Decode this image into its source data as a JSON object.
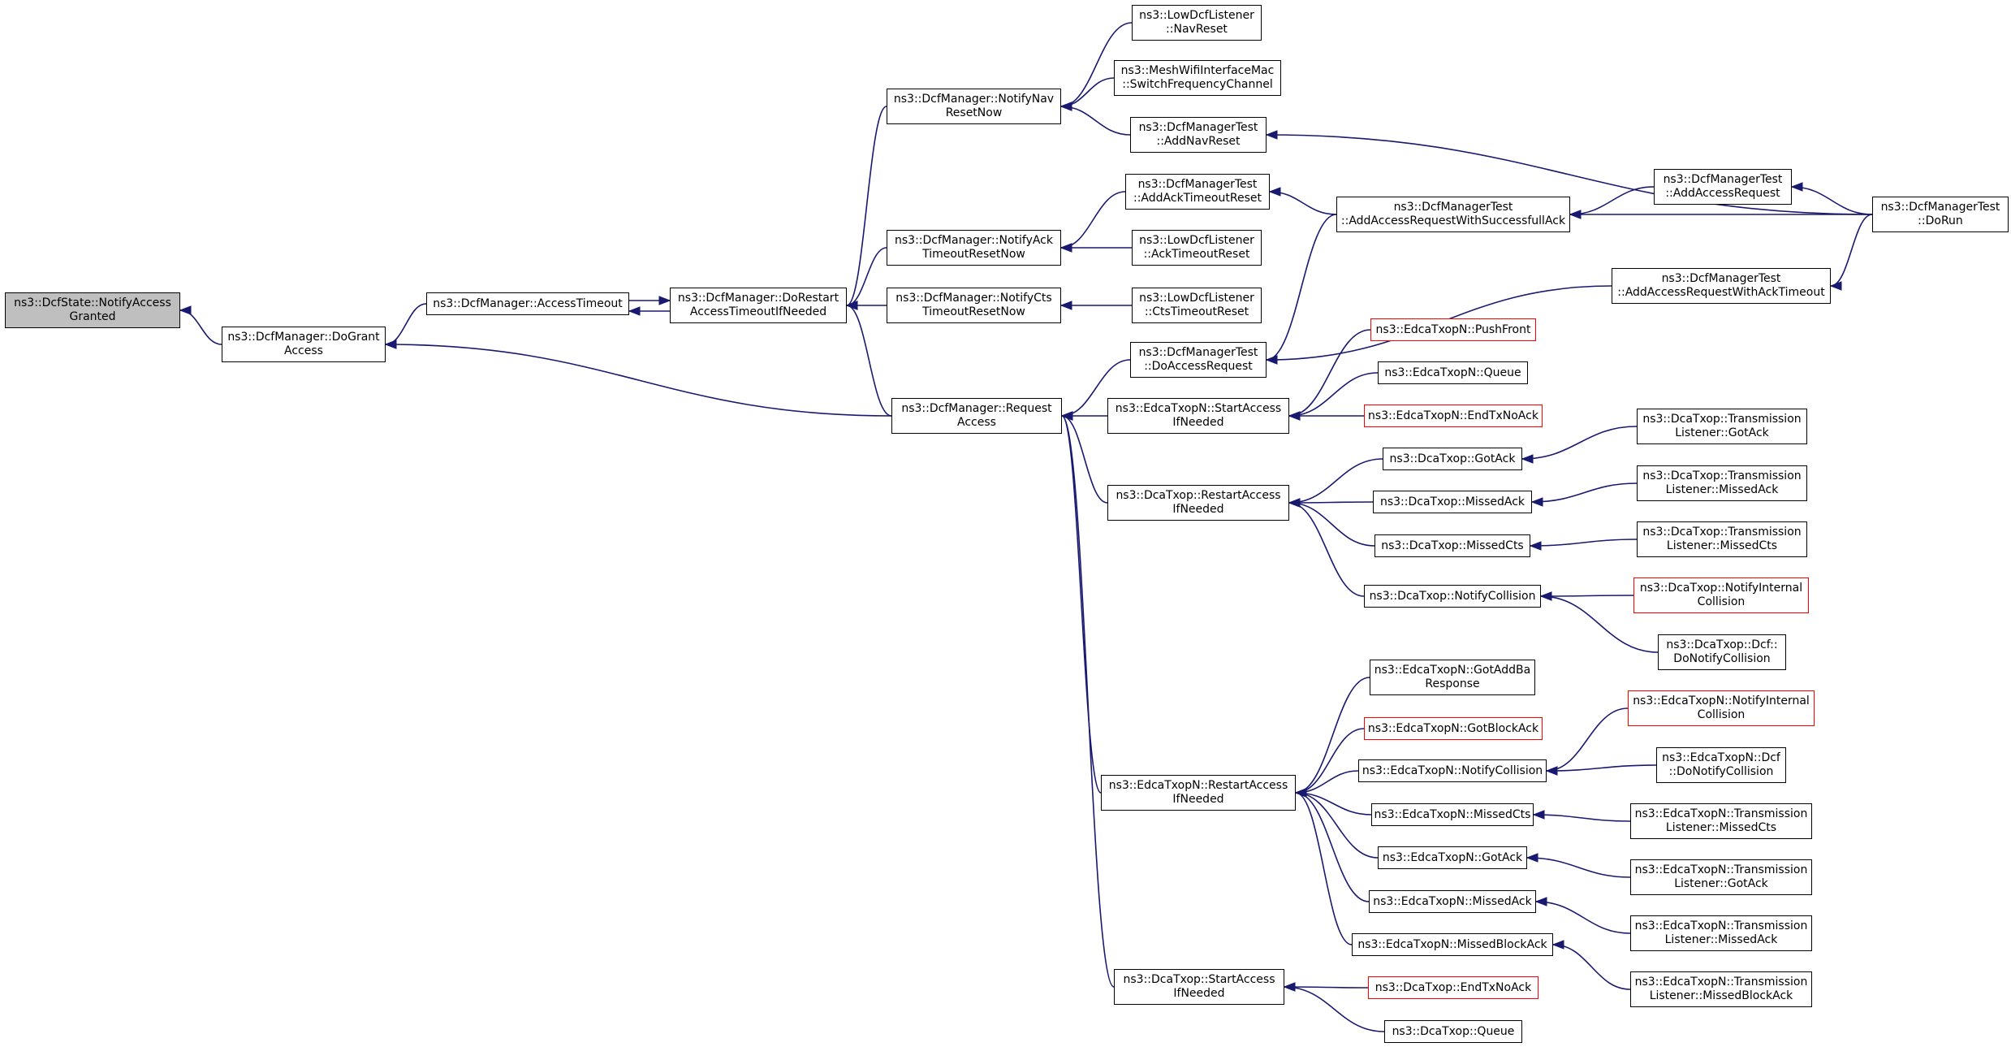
{
  "colors": {
    "edge": "#191970",
    "root_fill": "#bfbfbf",
    "border": "#000000",
    "truncated_border": "#ff0000"
  },
  "nodes": [
    {
      "id": "n1",
      "label": "ns3::DcfState::NotifyAccess\nGranted",
      "style": "root"
    },
    {
      "id": "n2",
      "label": "ns3::DcfManager::DoGrant\nAccess"
    },
    {
      "id": "n3",
      "label": "ns3::DcfManager::AccessTimeout"
    },
    {
      "id": "n4",
      "label": "ns3::DcfManager::DoRestart\nAccessTimeoutIfNeeded"
    },
    {
      "id": "n5",
      "label": "ns3::DcfManager::NotifyNav\nResetNow"
    },
    {
      "id": "n6",
      "label": "ns3::DcfManager::NotifyAck\nTimeoutResetNow"
    },
    {
      "id": "n7",
      "label": "ns3::DcfManager::NotifyCts\nTimeoutResetNow"
    },
    {
      "id": "n8",
      "label": "ns3::LowDcfListener\n::NavReset"
    },
    {
      "id": "n9",
      "label": "ns3::MeshWifiInterfaceMac\n::SwitchFrequencyChannel"
    },
    {
      "id": "n10",
      "label": "ns3::DcfManagerTest\n::AddNavReset"
    },
    {
      "id": "n11",
      "label": "ns3::DcfManagerTest\n::AddAckTimeoutReset"
    },
    {
      "id": "n12",
      "label": "ns3::LowDcfListener\n::AckTimeoutReset"
    },
    {
      "id": "n13",
      "label": "ns3::LowDcfListener\n::CtsTimeoutReset"
    },
    {
      "id": "n14",
      "label": "ns3::DcfManagerTest\n::AddAccessRequestWithSuccessfullAck"
    },
    {
      "id": "n15",
      "label": "ns3::DcfManagerTest\n::AddAccessRequest"
    },
    {
      "id": "n16",
      "label": "ns3::DcfManagerTest\n::DoRun"
    },
    {
      "id": "n17",
      "label": "ns3::DcfManagerTest\n::AddAccessRequestWithAckTimeout"
    },
    {
      "id": "n18",
      "label": "ns3::DcfManager::Request\nAccess"
    },
    {
      "id": "n19",
      "label": "ns3::DcfManagerTest\n::DoAccessRequest"
    },
    {
      "id": "n20",
      "label": "ns3::EdcaTxopN::StartAccess\nIfNeeded"
    },
    {
      "id": "n21",
      "label": "ns3::EdcaTxopN::PushFront",
      "style": "red"
    },
    {
      "id": "n22",
      "label": "ns3::EdcaTxopN::Queue"
    },
    {
      "id": "n23",
      "label": "ns3::EdcaTxopN::EndTxNoAck",
      "style": "red"
    },
    {
      "id": "n24",
      "label": "ns3::DcaTxop::RestartAccess\nIfNeeded"
    },
    {
      "id": "n25",
      "label": "ns3::DcaTxop::GotAck"
    },
    {
      "id": "n26",
      "label": "ns3::DcaTxop::MissedAck"
    },
    {
      "id": "n27",
      "label": "ns3::DcaTxop::MissedCts"
    },
    {
      "id": "n28",
      "label": "ns3::DcaTxop::NotifyCollision"
    },
    {
      "id": "n29",
      "label": "ns3::DcaTxop::Transmission\nListener::GotAck"
    },
    {
      "id": "n30",
      "label": "ns3::DcaTxop::Transmission\nListener::MissedAck"
    },
    {
      "id": "n31",
      "label": "ns3::DcaTxop::Transmission\nListener::MissedCts"
    },
    {
      "id": "n32",
      "label": "ns3::DcaTxop::NotifyInternal\nCollision",
      "style": "red"
    },
    {
      "id": "n33",
      "label": "ns3::DcaTxop::Dcf::\nDoNotifyCollision"
    },
    {
      "id": "n34",
      "label": "ns3::EdcaTxopN::RestartAccess\nIfNeeded"
    },
    {
      "id": "n35",
      "label": "ns3::EdcaTxopN::GotAddBa\nResponse"
    },
    {
      "id": "n36",
      "label": "ns3::EdcaTxopN::GotBlockAck",
      "style": "red"
    },
    {
      "id": "n37",
      "label": "ns3::EdcaTxopN::NotifyCollision"
    },
    {
      "id": "n38",
      "label": "ns3::EdcaTxopN::MissedCts"
    },
    {
      "id": "n39",
      "label": "ns3::EdcaTxopN::GotAck"
    },
    {
      "id": "n40",
      "label": "ns3::EdcaTxopN::MissedAck"
    },
    {
      "id": "n41",
      "label": "ns3::EdcaTxopN::MissedBlockAck"
    },
    {
      "id": "n42",
      "label": "ns3::EdcaTxopN::NotifyInternal\nCollision",
      "style": "red"
    },
    {
      "id": "n43",
      "label": "ns3::EdcaTxopN::Dcf\n::DoNotifyCollision"
    },
    {
      "id": "n44",
      "label": "ns3::EdcaTxopN::Transmission\nListener::MissedCts"
    },
    {
      "id": "n45",
      "label": "ns3::EdcaTxopN::Transmission\nListener::GotAck"
    },
    {
      "id": "n46",
      "label": "ns3::EdcaTxopN::Transmission\nListener::MissedAck"
    },
    {
      "id": "n47",
      "label": "ns3::EdcaTxopN::Transmission\nListener::MissedBlockAck"
    },
    {
      "id": "n48",
      "label": "ns3::DcaTxop::StartAccess\nIfNeeded"
    },
    {
      "id": "n49",
      "label": "ns3::DcaTxop::EndTxNoAck",
      "style": "red"
    },
    {
      "id": "n50",
      "label": "ns3::DcaTxop::Queue"
    }
  ],
  "edges": [
    [
      "n2",
      "n1"
    ],
    [
      "n3",
      "n2"
    ],
    [
      "n18",
      "n2"
    ],
    [
      "n4",
      "n3"
    ],
    [
      "n3",
      "n4"
    ],
    [
      "n5",
      "n4"
    ],
    [
      "n6",
      "n4"
    ],
    [
      "n7",
      "n4"
    ],
    [
      "n18",
      "n4"
    ],
    [
      "n8",
      "n5"
    ],
    [
      "n9",
      "n5"
    ],
    [
      "n10",
      "n5"
    ],
    [
      "n11",
      "n6"
    ],
    [
      "n12",
      "n6"
    ],
    [
      "n13",
      "n7"
    ],
    [
      "n16",
      "n10"
    ],
    [
      "n14",
      "n11"
    ],
    [
      "n15",
      "n14"
    ],
    [
      "n16",
      "n14"
    ],
    [
      "n16",
      "n15"
    ],
    [
      "n19",
      "n18"
    ],
    [
      "n20",
      "n18"
    ],
    [
      "n24",
      "n18"
    ],
    [
      "n34",
      "n18"
    ],
    [
      "n48",
      "n18"
    ],
    [
      "n14",
      "n19"
    ],
    [
      "n17",
      "n19"
    ],
    [
      "n16",
      "n17"
    ],
    [
      "n21",
      "n20"
    ],
    [
      "n22",
      "n20"
    ],
    [
      "n23",
      "n20"
    ],
    [
      "n25",
      "n24"
    ],
    [
      "n26",
      "n24"
    ],
    [
      "n27",
      "n24"
    ],
    [
      "n28",
      "n24"
    ],
    [
      "n29",
      "n25"
    ],
    [
      "n30",
      "n26"
    ],
    [
      "n31",
      "n27"
    ],
    [
      "n32",
      "n28"
    ],
    [
      "n33",
      "n28"
    ],
    [
      "n35",
      "n34"
    ],
    [
      "n36",
      "n34"
    ],
    [
      "n37",
      "n34"
    ],
    [
      "n38",
      "n34"
    ],
    [
      "n39",
      "n34"
    ],
    [
      "n40",
      "n34"
    ],
    [
      "n41",
      "n34"
    ],
    [
      "n42",
      "n37"
    ],
    [
      "n43",
      "n37"
    ],
    [
      "n44",
      "n38"
    ],
    [
      "n45",
      "n39"
    ],
    [
      "n46",
      "n40"
    ],
    [
      "n47",
      "n41"
    ],
    [
      "n49",
      "n48"
    ],
    [
      "n50",
      "n48"
    ]
  ]
}
